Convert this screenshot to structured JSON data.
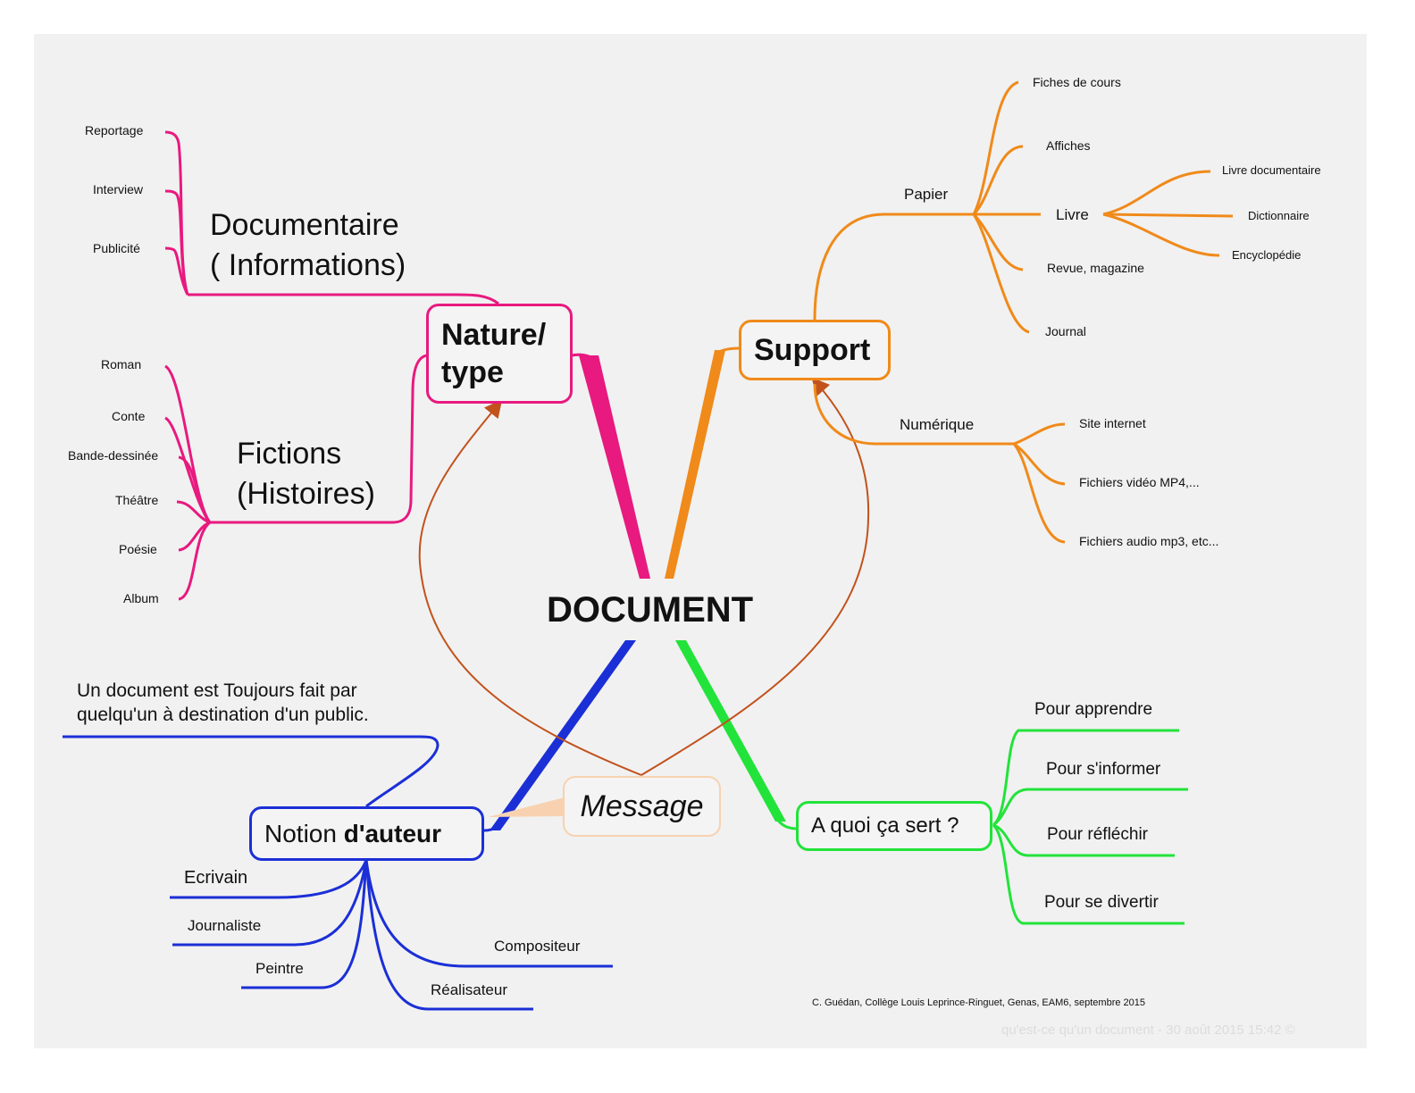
{
  "center": "DOCUMENT",
  "nature": {
    "title_line1": "Nature/",
    "title_line2": "type",
    "documentaire_line1": "Documentaire",
    "documentaire_line2": "( Informations)",
    "documentaire_items": [
      "Reportage",
      "Interview",
      "Publicité"
    ],
    "fictions_line1": "Fictions",
    "fictions_line2": "(Histoires)",
    "fictions_items": [
      "Roman",
      "Conte",
      "Bande-dessinée",
      "Théâtre",
      "Poésie",
      "Album"
    ]
  },
  "support": {
    "title": "Support",
    "papier": "Papier",
    "papier_items": [
      "Fiches de cours",
      "Affiches",
      "Livre",
      "Revue, magazine",
      "Journal"
    ],
    "livre_items": [
      "Livre documentaire",
      "Dictionnaire",
      "Encyclopédie"
    ],
    "numerique": "Numérique",
    "numerique_items": [
      "Site internet",
      "Fichiers vidéo MP4,...",
      "Fichiers audio mp3, etc..."
    ]
  },
  "auteur": {
    "title_plain": "Notion ",
    "title_bold": "d'auteur",
    "note_line1": "Un document est Toujours fait par",
    "note_line2": "quelqu'un à destination d'un public.",
    "items": [
      "Ecrivain",
      "Journaliste",
      "Peintre",
      "Compositeur",
      "Réalisateur"
    ]
  },
  "message": "Message",
  "usage": {
    "title": "A quoi ça sert ?",
    "items": [
      "Pour apprendre",
      "Pour s'informer",
      "Pour réfléchir",
      "Pour se divertir"
    ]
  },
  "footer": {
    "credit": "C. Guédan, Collège Louis Leprince-Ringuet, Genas,  EAM6, septembre 2015",
    "stamp": "qu'est-ce qu'un document - 30 août 2015 15:42 ©"
  },
  "colors": {
    "nature": "#e8197f",
    "support": "#f08a1a",
    "auteur": "#1b2fd6",
    "usage": "#22e33a",
    "message": "#f8d2b0",
    "arrows": "#c2521c"
  }
}
